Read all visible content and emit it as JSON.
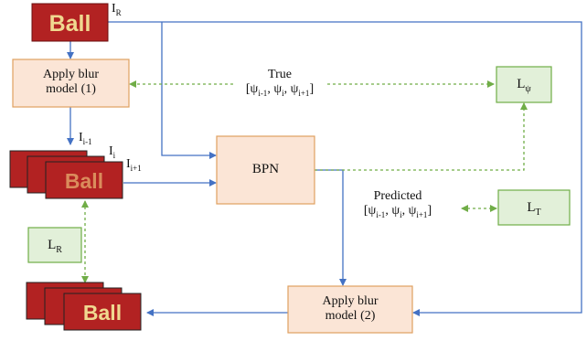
{
  "colors": {
    "arrow_blue": "#4472c4",
    "dashed_green": "#70ad47",
    "orange_fill": "#fbe5d6",
    "orange_border": "#e0a060",
    "green_fill": "#e2f0d9",
    "green_border": "#70ad47",
    "ball_bg": "#b22222",
    "ball_text": "#f0d890"
  },
  "image_text": "Ball",
  "labels": {
    "i_r": "I",
    "i_r_sub": "R",
    "i_prev": "I",
    "i_prev_sub": "i-1",
    "i_cur": "I",
    "i_cur_sub": "i",
    "i_next": "I",
    "i_next_sub": "i+1"
  },
  "boxes": {
    "blur1_line1": "Apply blur",
    "blur1_line2": "model (1)",
    "bpn": "BPN",
    "blur2_line1": "Apply blur",
    "blur2_line2": "model (2)"
  },
  "losses": {
    "l_psi": "L",
    "l_psi_sub": "ψ",
    "l_t": "L",
    "l_t_sub": "T",
    "l_r": "L",
    "l_r_sub": "R"
  },
  "true_label": {
    "title": "True",
    "open": "[ψ",
    "s1": "i-1",
    "mid1": ", ψ",
    "s2": "i",
    "mid2": ", ψ",
    "s3": "i+1",
    "close": "]"
  },
  "predicted_label": {
    "title": "Predicted",
    "open": "[ψ",
    "s1": "i-1",
    "mid1": ", ψ",
    "s2": "i",
    "mid2": ", ψ",
    "s3": "i+1",
    "close": "]"
  }
}
